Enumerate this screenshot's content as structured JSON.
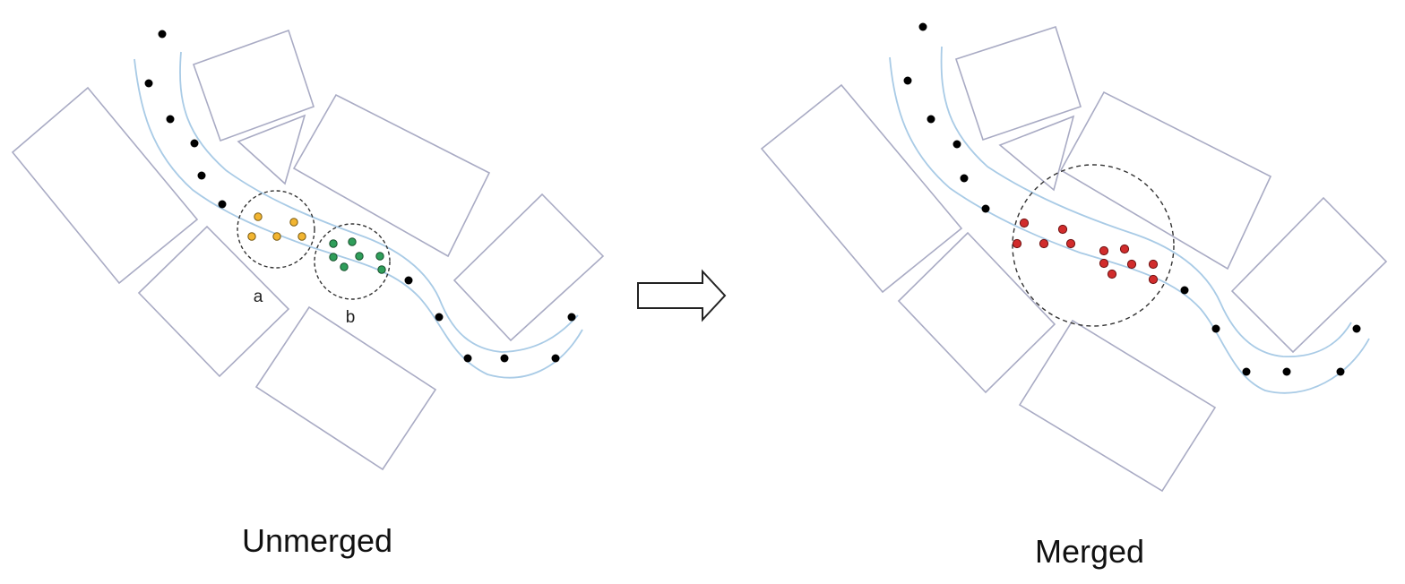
{
  "panels": {
    "left": {
      "caption": "Unmerged",
      "cluster_a_label": "a",
      "cluster_b_label": "b"
    },
    "right": {
      "caption": "Merged"
    }
  },
  "colors": {
    "building_stroke": "#a9abc4",
    "road_stroke": "#a9cbe6",
    "track_point": "#000000",
    "cluster_a_fill": "#f2b531",
    "cluster_b_fill": "#2f9e5a",
    "merged_fill": "#d12c2c",
    "circle_stroke": "#333333"
  },
  "icons": {
    "transition": "right-arrow-icon"
  }
}
